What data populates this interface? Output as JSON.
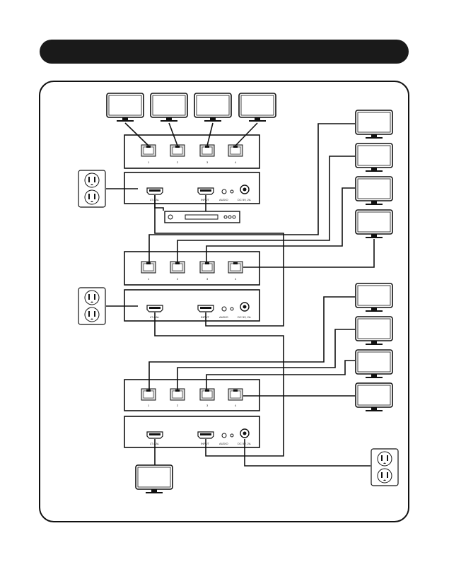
{
  "title_bar": {
    "text": ""
  },
  "receivers": {
    "ports": [
      "1",
      "2",
      "3",
      "4"
    ]
  },
  "back_panel": {
    "hdmi_label": "LT-CAL",
    "input_label": "INPUT",
    "audio_label": "AUDIO",
    "power_label": "DC 5V, 2A"
  },
  "colors": {
    "line": "#111111",
    "title_bar": "#1a1a1a",
    "device_fill": "#ffffff",
    "port_fill": "#cccccc"
  },
  "icons": [
    "monitor-icon",
    "power-outlet-icon",
    "hdmi-port-icon",
    "rj45-port-icon",
    "source-player-icon",
    "dc-jack-icon"
  ]
}
